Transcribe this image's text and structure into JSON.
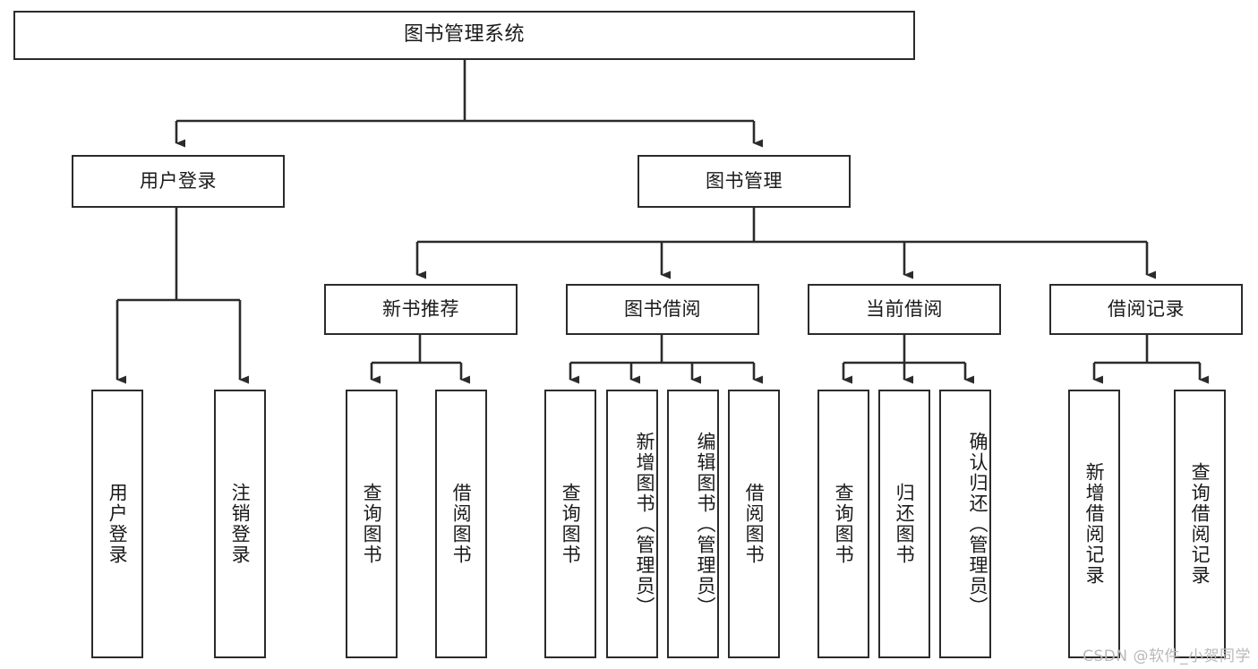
{
  "diagram": {
    "title": "图书管理系统",
    "type": "hierarchy-tree",
    "watermark": "CSDN @软件_小贺同学",
    "colors": {
      "stroke": "#2b2b2b",
      "fill": "#ffffff",
      "text": "#1a1a1a",
      "watermark": "#b9b9b9"
    },
    "nodes": {
      "root": {
        "label": "图书管理系统",
        "level": 1,
        "orientation": "horizontal"
      },
      "l2_user_login": {
        "label": "用户登录",
        "level": 2,
        "orientation": "horizontal"
      },
      "l2_book_manage": {
        "label": "图书管理",
        "level": 2,
        "orientation": "horizontal"
      },
      "l3_new_book_rec": {
        "label": "新书推荐",
        "level": 3,
        "orientation": "horizontal"
      },
      "l3_book_borrow": {
        "label": "图书借阅",
        "level": 3,
        "orientation": "horizontal"
      },
      "l3_current_borrow": {
        "label": "当前借阅",
        "level": 3,
        "orientation": "horizontal"
      },
      "l3_borrow_record": {
        "label": "借阅记录",
        "level": 3,
        "orientation": "horizontal"
      },
      "leaf_user_login": {
        "label": "用户登录",
        "level": 4,
        "orientation": "vertical"
      },
      "leaf_logout_login": {
        "label": "注销登录",
        "level": 4,
        "orientation": "vertical"
      },
      "leaf_query_book_1": {
        "label": "查询图书",
        "level": 4,
        "orientation": "vertical"
      },
      "leaf_borrow_book_1": {
        "label": "借阅图书",
        "level": 4,
        "orientation": "vertical"
      },
      "leaf_query_book_2": {
        "label": "查询图书",
        "level": 4,
        "orientation": "vertical"
      },
      "leaf_add_book": {
        "label": "新增图书（管理员）",
        "level": 4,
        "orientation": "vertical"
      },
      "leaf_edit_book": {
        "label": "编辑图书（管理员）",
        "level": 4,
        "orientation": "vertical"
      },
      "leaf_borrow_book_2": {
        "label": "借阅图书",
        "level": 4,
        "orientation": "vertical"
      },
      "leaf_query_book_3": {
        "label": "查询图书",
        "level": 4,
        "orientation": "vertical"
      },
      "leaf_return_book": {
        "label": "归还图书",
        "level": 4,
        "orientation": "vertical"
      },
      "leaf_confirm_return": {
        "label": "确认归还（管理员）",
        "level": 4,
        "orientation": "vertical"
      },
      "leaf_add_record": {
        "label": "新增借阅记录",
        "level": 4,
        "orientation": "vertical"
      },
      "leaf_query_record": {
        "label": "查询借阅记录",
        "level": 4,
        "orientation": "vertical"
      }
    },
    "edges": [
      {
        "from": "root",
        "to": "l2_user_login"
      },
      {
        "from": "root",
        "to": "l2_book_manage"
      },
      {
        "from": "l2_user_login",
        "to": "leaf_user_login"
      },
      {
        "from": "l2_user_login",
        "to": "leaf_logout_login"
      },
      {
        "from": "l2_book_manage",
        "to": "l3_new_book_rec"
      },
      {
        "from": "l2_book_manage",
        "to": "l3_book_borrow"
      },
      {
        "from": "l2_book_manage",
        "to": "l3_current_borrow"
      },
      {
        "from": "l2_book_manage",
        "to": "l3_borrow_record"
      },
      {
        "from": "l3_new_book_rec",
        "to": "leaf_query_book_1"
      },
      {
        "from": "l3_new_book_rec",
        "to": "leaf_borrow_book_1"
      },
      {
        "from": "l3_book_borrow",
        "to": "leaf_query_book_2"
      },
      {
        "from": "l3_book_borrow",
        "to": "leaf_add_book"
      },
      {
        "from": "l3_book_borrow",
        "to": "leaf_edit_book"
      },
      {
        "from": "l3_book_borrow",
        "to": "leaf_borrow_book_2"
      },
      {
        "from": "l3_current_borrow",
        "to": "leaf_query_book_3"
      },
      {
        "from": "l3_current_borrow",
        "to": "leaf_return_book"
      },
      {
        "from": "l3_current_borrow",
        "to": "leaf_confirm_return"
      },
      {
        "from": "l3_borrow_record",
        "to": "leaf_add_record"
      },
      {
        "from": "l3_borrow_record",
        "to": "leaf_query_record"
      }
    ]
  }
}
